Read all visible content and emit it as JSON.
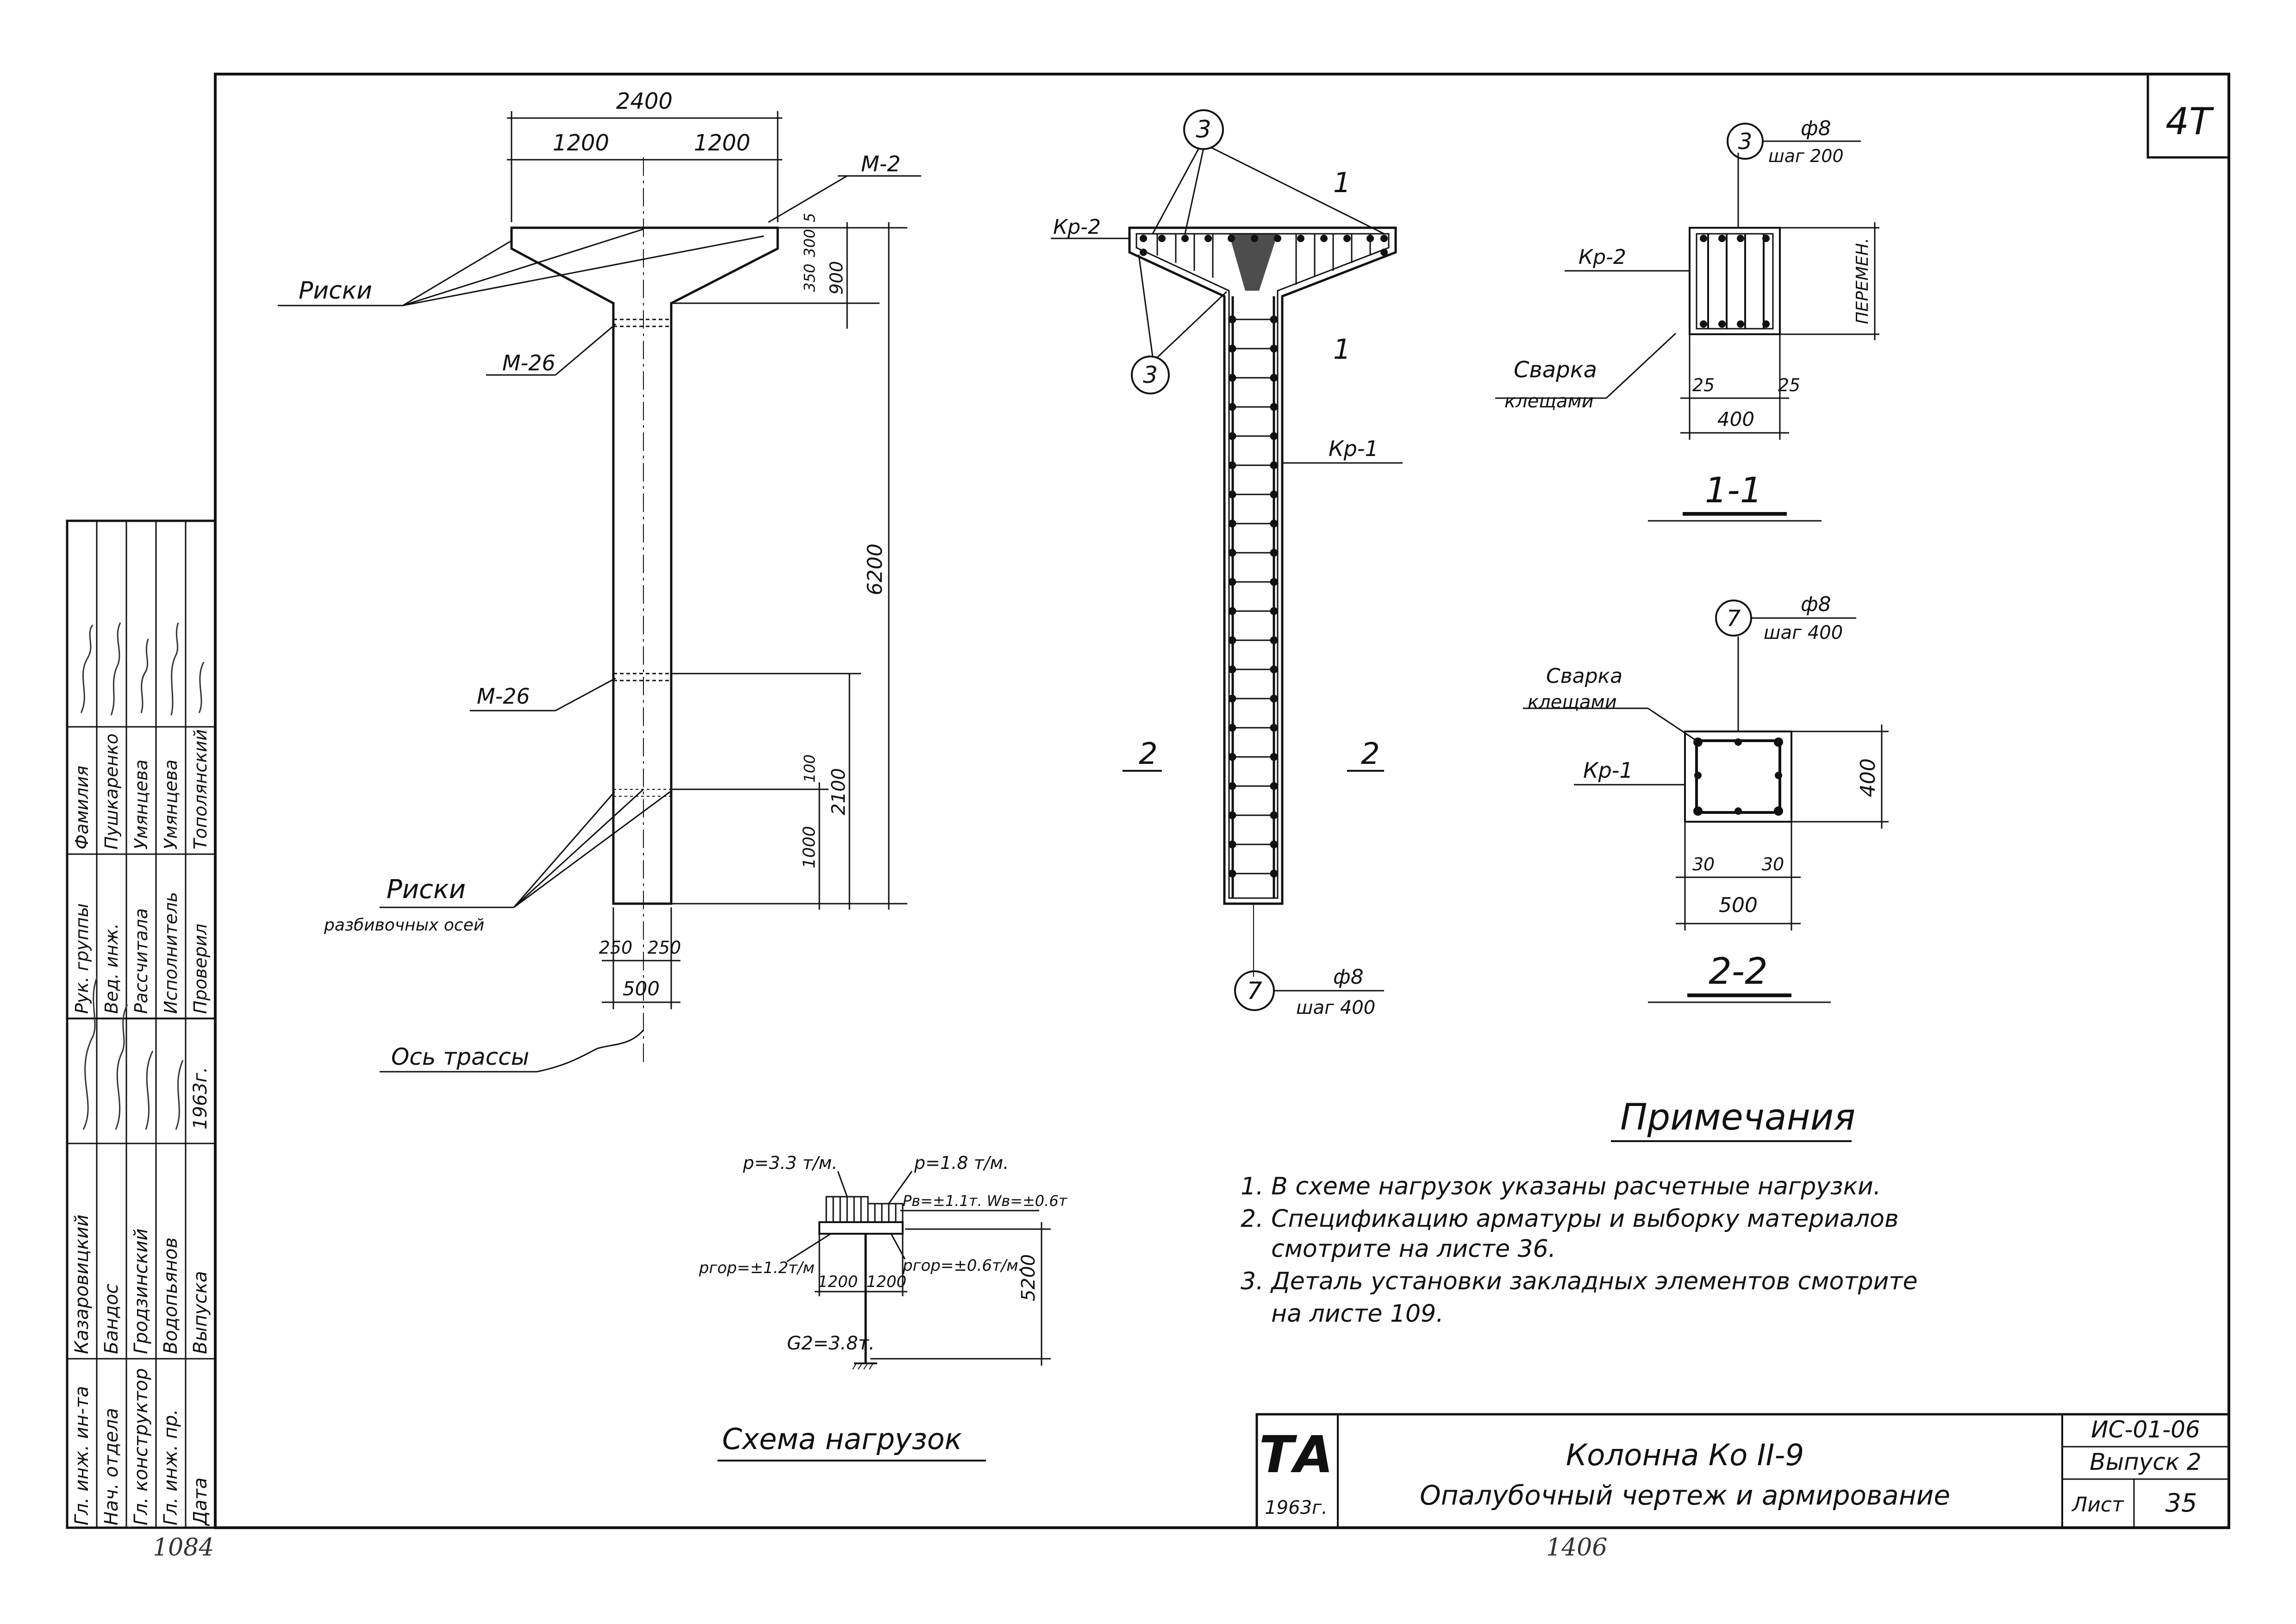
{
  "sheet_mark": "4Т",
  "elevation": {
    "dim_top_total": "2400",
    "dim_top_left": "1200",
    "dim_top_right": "1200",
    "dim_height_total": "6200",
    "dim_5": "5",
    "dim_300": "300",
    "dim_350": "350",
    "dim_900": "900",
    "dim_100": "100",
    "dim_1000": "1000",
    "dim_2100": "2100",
    "dim_250_left": "250",
    "dim_250_right": "250",
    "dim_500": "500",
    "label_m2": "М-2",
    "label_m26_top": "М-26",
    "label_m26_bottom": "М-26",
    "label_riski_top": "Риски",
    "label_riski_bottom": "Риски",
    "label_razbivochnykh": "разбивочных осей",
    "label_axis": "Ось трассы"
  },
  "reinforcement": {
    "callout_3_top": "3",
    "callout_3_left": "3",
    "callout_7": "7",
    "label_kr2": "Кр-2",
    "label_kr1": "Кр-1",
    "cut_1_top": "1",
    "cut_1_bottom": "1",
    "cut_2_left": "2",
    "cut_2_right": "2",
    "bar7_dia": "ф8",
    "bar7_step": "шаг 400"
  },
  "section_1_1": {
    "callout": "3",
    "dia": "ф8",
    "step": "шаг 200",
    "label_kr2": "Кр-2",
    "label_perem": "ПЕРЕМЕН.",
    "label_svarka": "Сварка",
    "label_kleshchami": "клещами",
    "dim_25_left": "25",
    "dim_25_right": "25",
    "dim_400": "400",
    "title": "1-1"
  },
  "section_2_2": {
    "callout": "7",
    "dia": "ф8",
    "step": "шаг 400",
    "label_svarka": "Сварка",
    "label_kleshchami": "клещами",
    "label_kr1": "Кр-1",
    "dim_400": "400",
    "dim_30_left": "30",
    "dim_30_right": "30",
    "dim_500": "500",
    "title": "2-2"
  },
  "loads": {
    "title": "Схема нагрузок",
    "p_left": "р=3.3 т/м.",
    "p_right": "р=1.8 т/м.",
    "p_w_top": "Рв=±1.1т. Wв=±0.6т",
    "pgor_left": "ргор=±1.2т/м",
    "pgor_right": "ргор=±0.6т/м.",
    "dim_1200_left": "1200",
    "dim_1200_right": "1200",
    "dim_5200": "5200",
    "g": "G2=3.8т."
  },
  "notes": {
    "title": "Примечания",
    "items": [
      "1. В схеме нагрузок указаны расчетные нагрузки.",
      "2. Спецификацию арматуры и выборку материалов",
      "    смотрите на листе 36.",
      "3. Деталь установки закладных элементов смотрите",
      "    на листе 109."
    ]
  },
  "title_block": {
    "logo": "ТА",
    "year": "1963г.",
    "name_line1": "Колонна Ко II-9",
    "name_line2": "Опалубочный чертеж и армирование",
    "code": "ИС-01-06",
    "issue": "Выпуск 2",
    "sheet_label": "Лист",
    "sheet_num": "35"
  },
  "stamp": {
    "roles": [
      "Гл. инж. ин-та",
      "Нач. отдела",
      "Гл. конструктор",
      "Гл. инж. пр.",
      "Дата"
    ],
    "names": [
      "Казаровицкий",
      "Бандос",
      "Гродзинский",
      "Водопьянов",
      "Выпуска"
    ],
    "roles2": [
      "Рук. группы",
      "Вед. инж.",
      "Рассчитала",
      "Исполнитель",
      "Проверил"
    ],
    "names2": [
      "Фамилия",
      "Пушкаренко",
      "Умянцева",
      "Умянцева",
      "Тополянский"
    ],
    "date_value": "1963г."
  },
  "bottom_numbers": {
    "left": "1084",
    "center": "1406"
  }
}
